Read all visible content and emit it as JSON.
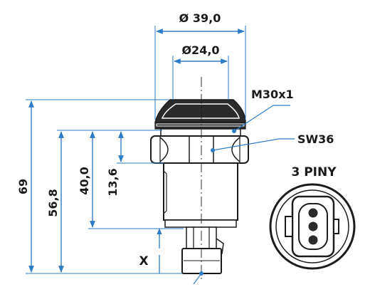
{
  "dimensions": {
    "outer_diameter": "Ø 39,0",
    "button_diameter": "Ø24,0",
    "total_height": "69",
    "height_56": "56,8",
    "height_40": "40,0",
    "height_13": "13,6",
    "x_marker": "X"
  },
  "callouts": {
    "thread": "M30x1",
    "wrench": "SW36",
    "connector": "3 PINY"
  },
  "colors": {
    "dimension_line": "#2e7cc4",
    "part_outline": "#1c1c1c",
    "part_fill": "#ffffff",
    "dark_fill": "#2b2b2b"
  }
}
